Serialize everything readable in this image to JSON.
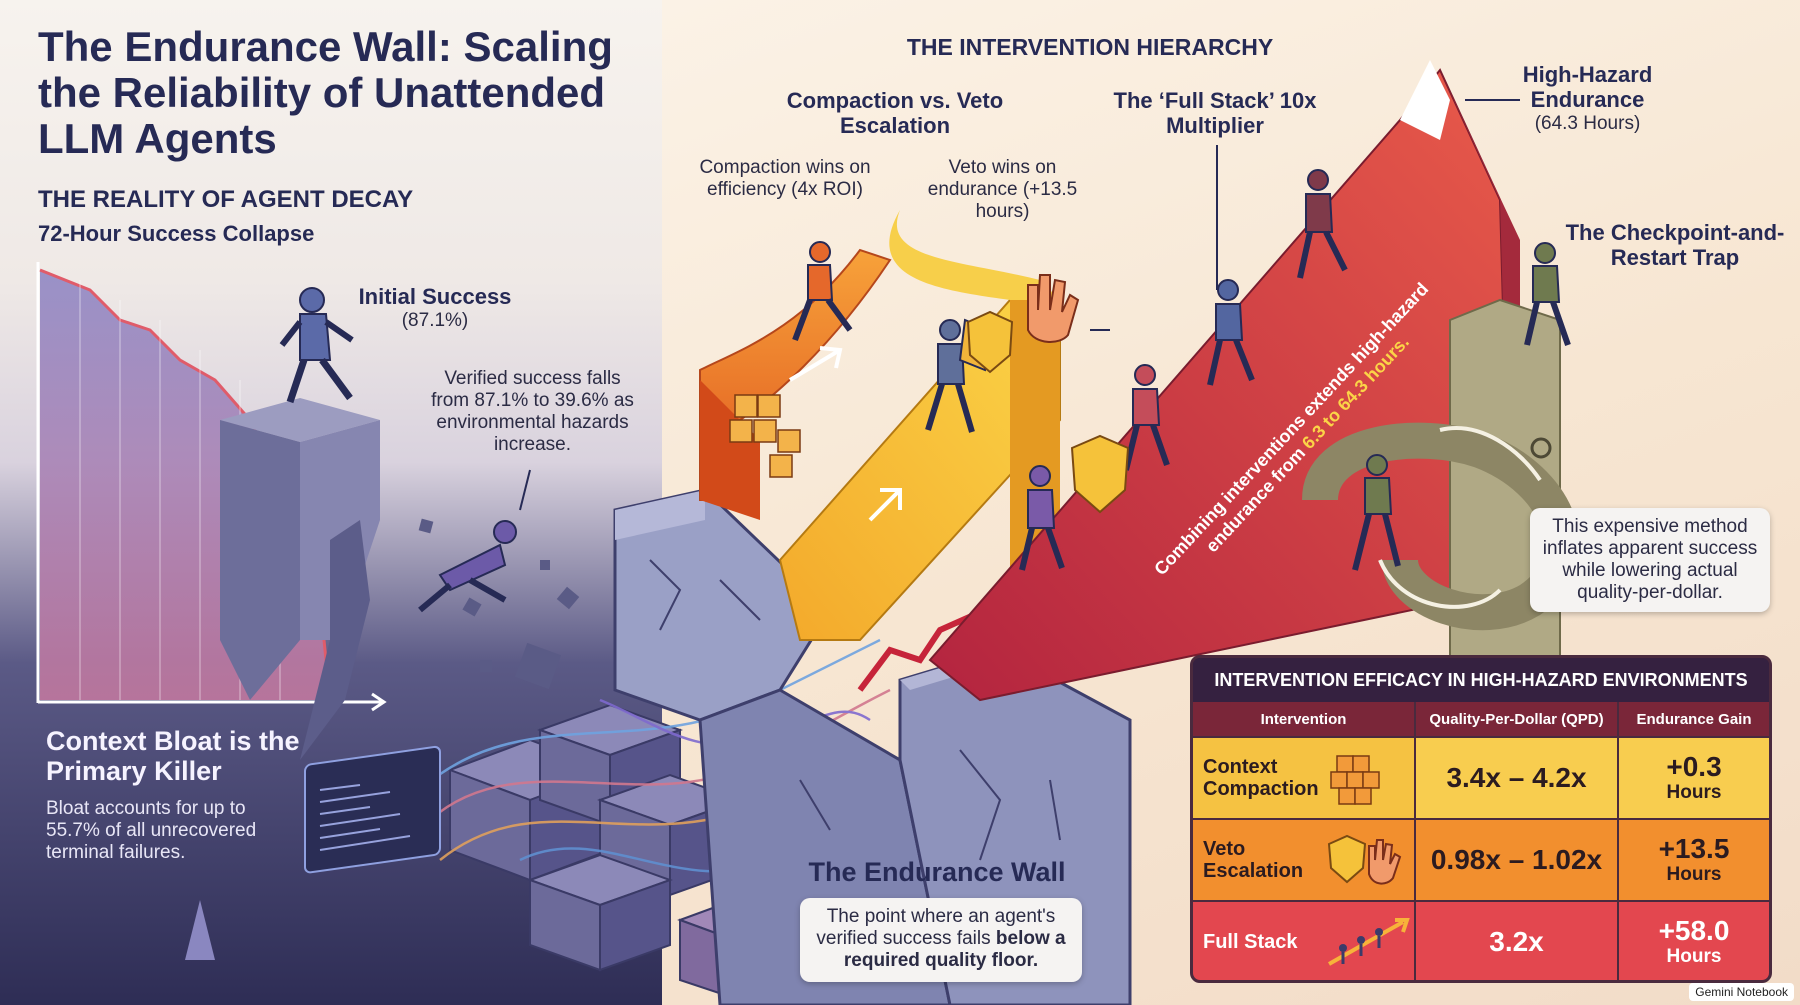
{
  "title": "The Endurance Wall: Scaling the Reliability of Unattended LLM Agents",
  "left": {
    "section_title": "THE REALITY OF AGENT DECAY",
    "subtitle": "72-Hour Success Collapse",
    "initial_label": "Initial Success",
    "initial_value": "(87.1%)",
    "decay_note": "Verified success falls from 87.1% to 39.6% as environmental hazards increase.",
    "bloat_title": "Context Bloat is the Primary Killer",
    "bloat_text": "Bloat accounts for up to 55.7% of all unrecovered terminal failures."
  },
  "wall": {
    "title": "The Endurance Wall",
    "text_plain": "The point where an agent's verified success fails",
    "text_bold": "below a required quality floor."
  },
  "hierarchy": {
    "title": "THE INTERVENTION HIERARCHY",
    "compaction_title": "Compaction vs. Veto Escalation",
    "compaction_note": "Compaction wins on efficiency (4x ROI)",
    "veto_note": "Veto wins on endurance (+13.5 hours)",
    "fullstack_title": "The ‘Full Stack’ 10x Multiplier",
    "peak_title": "High-Hazard Endurance",
    "peak_value": "(64.3 Hours)",
    "diagonal_text": "Combining interventions extends high-hazard endurance from",
    "diagonal_highlight": "6.3 to 64.3 hours.",
    "checkpoint_title": "The Checkpoint-and-Restart Trap",
    "checkpoint_note": "This expensive method inflates apparent success while lowering actual quality-per-dollar."
  },
  "table": {
    "caption": "INTERVENTION EFFICACY IN HIGH-HAZARD ENVIRONMENTS",
    "headers": [
      "Intervention",
      "Quality-Per-Dollar (QPD)",
      "Endurance Gain"
    ],
    "rows": [
      {
        "name": "Context Compaction",
        "qpd": "3.4x – 4.2x",
        "gain": "+0.3",
        "unit": "Hours"
      },
      {
        "name": "Veto Escalation",
        "qpd": "0.98x – 1.02x",
        "gain": "+13.5",
        "unit": "Hours"
      },
      {
        "name": "Full Stack",
        "qpd": "3.2x",
        "gain": "+58.0",
        "unit": "Hours"
      }
    ]
  },
  "badge": "Gemini Notebook",
  "colors": {
    "navy": "#262a55",
    "compaction_orange": "#f28a2a",
    "veto_yellow": "#f6c23a",
    "fullstack_red": "#d8344a",
    "checkpoint_olive": "#a9a17a"
  }
}
